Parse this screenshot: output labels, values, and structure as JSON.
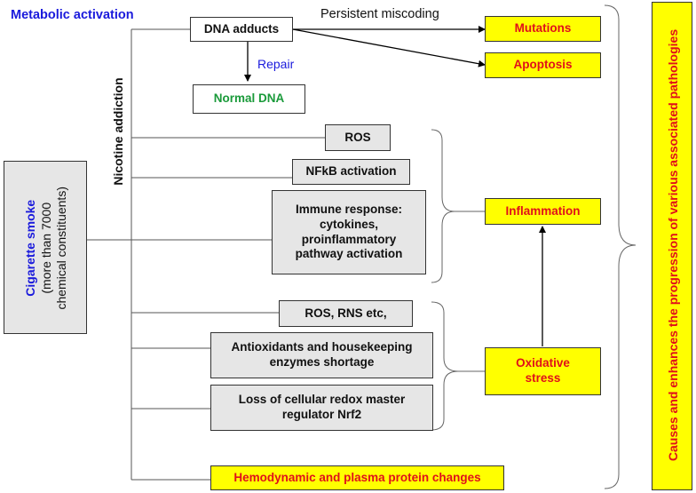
{
  "labels": {
    "metabolic_activation": "Metabolic activation",
    "persistent_miscoding": "Persistent miscoding",
    "repair": "Repair",
    "nicotine_addiction": "Nicotine addiction"
  },
  "source": {
    "title": "Cigarette smoke",
    "subtitle_line1": "(more than 7000",
    "subtitle_line2": "chemical constituents)"
  },
  "boxes": {
    "dna_adducts": "DNA adducts",
    "normal_dna": "Normal DNA",
    "ros": "ROS",
    "nfkb": "NFkB activation",
    "immune_line1": "Immune response:",
    "immune_line2": "cytokines,",
    "immune_line3": "proinflammatory",
    "immune_line4": "pathway activation",
    "ros_rns": "ROS, RNS etc,",
    "antiox_line1": "Antioxidants and housekeeping",
    "antiox_line2": "enzymes shortage",
    "loss_line1": "Loss of cellular redox master",
    "loss_line2": "regulator Nrf2"
  },
  "outcomes": {
    "mutations": "Mutations",
    "apoptosis": "Apoptosis",
    "inflammation": "Inflammation",
    "oxidative_line1": "Oxidative",
    "oxidative_line2": "stress",
    "hemodynamic": "Hemodynamic and plasma protein changes"
  },
  "conclusion": "Causes and enhances the progression of various associated pathologies",
  "colors": {
    "title_blue": "#1a1adc",
    "outcome_red": "#e0101a",
    "green": "#1a9a3a",
    "yellow": "#ffff00",
    "gray_box": "#e6e6e6"
  }
}
